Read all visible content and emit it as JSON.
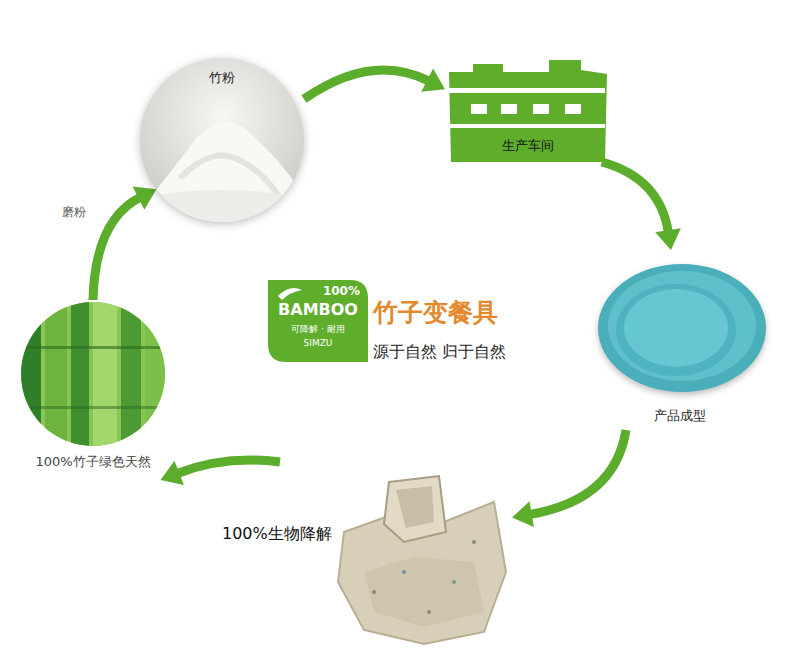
{
  "diagram": {
    "nodes": [
      {
        "text": [
          "竹粉"
        ]
      },
      {
        "text": [
          "生产车间"
        ]
      },
      {
        "text": [
          "产品成型"
        ]
      },
      {
        "text": [
          "100%生物降解"
        ]
      },
      {
        "text": [
          "100%竹子绿色天然"
        ]
      },
      {
        "text": [
          "100%",
          "BAMBOO",
          "可降解 · 耐用",
          "SIMZU"
        ]
      }
    ],
    "edges": [
      {
        "from": 0,
        "to": 1,
        "arrow": "to"
      },
      {
        "from": 1,
        "to": 2,
        "arrow": "to"
      },
      {
        "from": 2,
        "to": 3,
        "arrow": "to"
      },
      {
        "from": 3,
        "to": 4,
        "arrow": "to"
      },
      {
        "from": 4,
        "to": 0,
        "arrow": "to",
        "label": "磨粉"
      }
    ],
    "labels": [
      "竹子变餐具",
      "源于自然 归于自然"
    ]
  }
}
